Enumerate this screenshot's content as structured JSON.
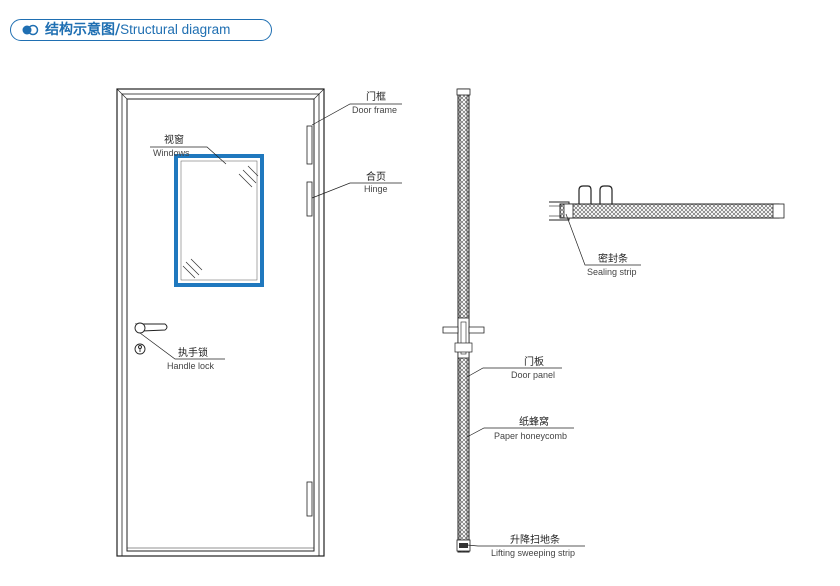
{
  "header": {
    "title_zh": "结构示意图",
    "separator": "/",
    "title_en": "Structural diagram",
    "accent_color": "#1f6fb2",
    "window_color": "#1f78be"
  },
  "labels": {
    "door_frame": {
      "zh": "门框",
      "en": "Door frame"
    },
    "windows": {
      "zh": "视窗",
      "en": "Windows"
    },
    "hinge": {
      "zh": "合页",
      "en": "Hinge"
    },
    "handle_lock": {
      "zh": "执手锁",
      "en": "Handle lock"
    },
    "sealing_strip": {
      "zh": "密封条",
      "en": "Sealing strip"
    },
    "door_panel": {
      "zh": "门板",
      "en": "Door panel"
    },
    "paper_honeycomb": {
      "zh": "纸蜂窝",
      "en": "Paper honeycomb"
    },
    "sweeping_strip": {
      "zh": "升降扫地条",
      "en": "Lifting sweeping strip"
    }
  }
}
